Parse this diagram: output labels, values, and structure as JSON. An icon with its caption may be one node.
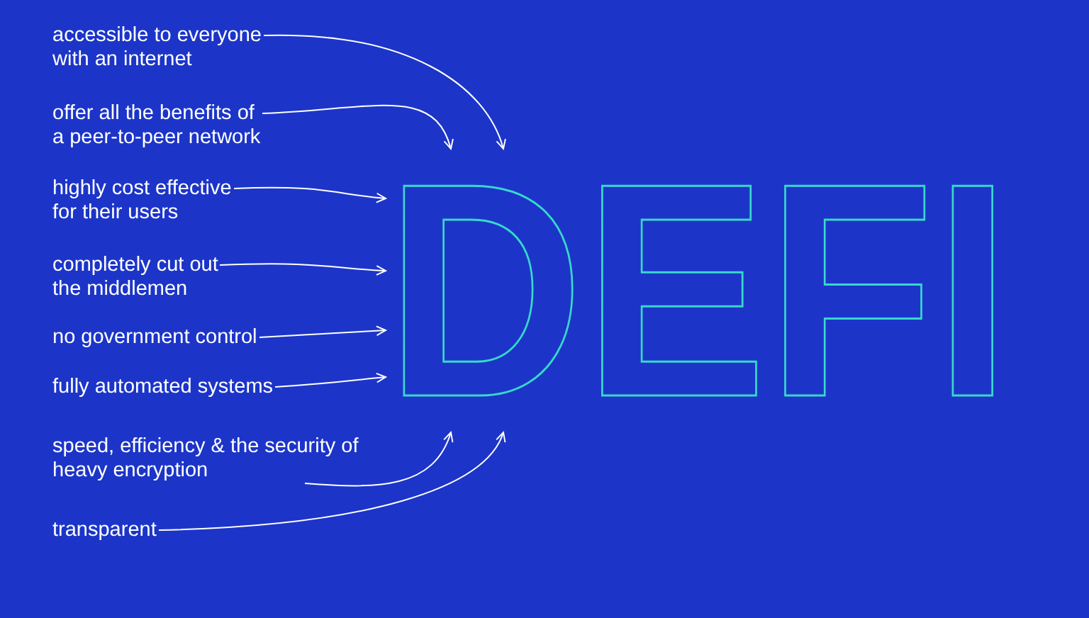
{
  "diagram": {
    "nodes": [
      {
        "text": [
          "accessible to everyone with an internet"
        ]
      },
      {
        "text": [
          "offer all the benefits of a peer-to-peer network"
        ]
      },
      {
        "text": [
          "highly cost effective for their users"
        ]
      },
      {
        "text": [
          "completely cut out the middlemen"
        ]
      },
      {
        "text": [
          "no government control"
        ]
      },
      {
        "text": [
          "fully automated systems"
        ]
      },
      {
        "text": [
          "speed, efficiency & the security of heavy encryption"
        ]
      },
      {
        "text": [
          "transparent"
        ]
      },
      {
        "text": [
          "DEFI"
        ]
      }
    ],
    "edges": [
      {
        "from": 0,
        "to": 8,
        "arrow": "to"
      },
      {
        "from": 1,
        "to": 8,
        "arrow": "to"
      },
      {
        "from": 2,
        "to": 8,
        "arrow": "to"
      },
      {
        "from": 3,
        "to": 8,
        "arrow": "to"
      },
      {
        "from": 4,
        "to": 8,
        "arrow": "to"
      },
      {
        "from": 5,
        "to": 8,
        "arrow": "to"
      },
      {
        "from": 6,
        "to": 8,
        "arrow": "to"
      },
      {
        "from": 7,
        "to": 8,
        "arrow": "to"
      }
    ]
  }
}
